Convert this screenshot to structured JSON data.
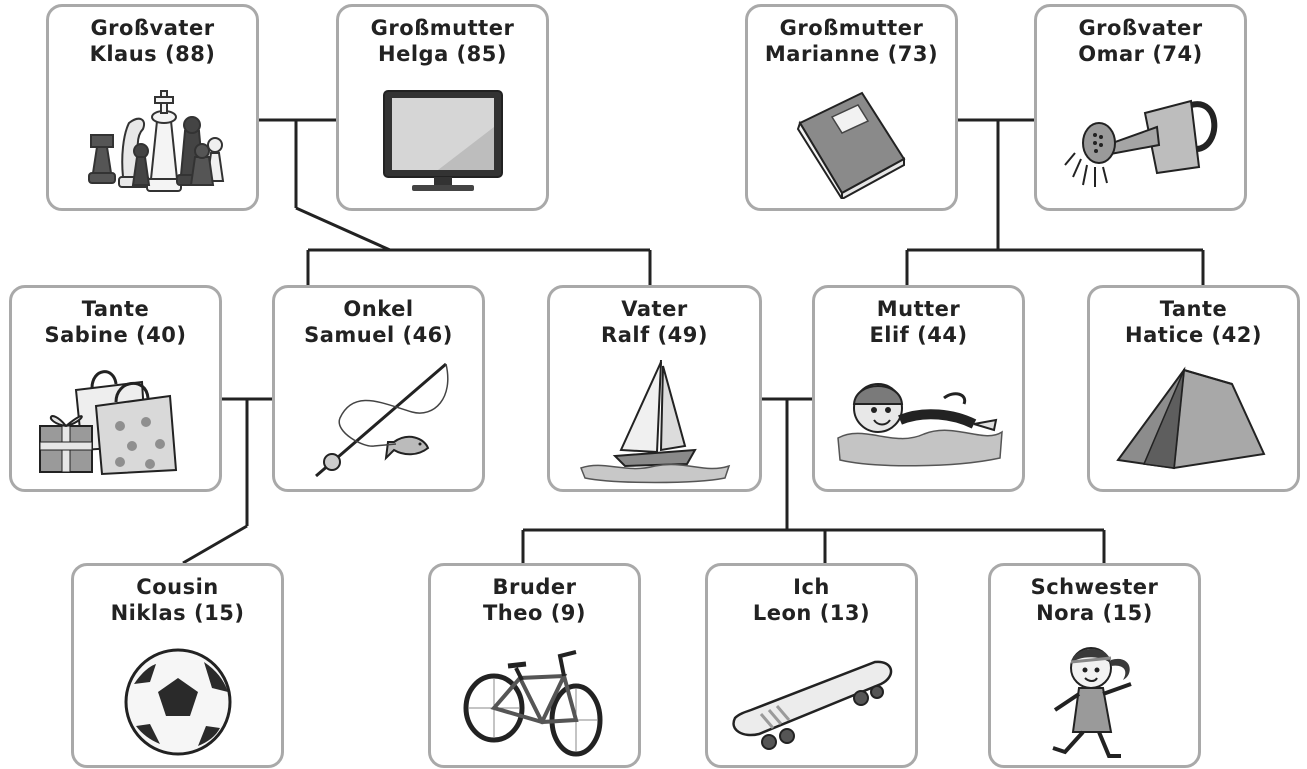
{
  "family": {
    "grossvater_klaus": {
      "role": "Großvater",
      "name": "Klaus (88)",
      "icon": "chess-pieces-icon"
    },
    "grossmutter_helga": {
      "role": "Großmutter",
      "name": "Helga (85)",
      "icon": "television-icon"
    },
    "grossmutter_marianne": {
      "role": "Großmutter",
      "name": "Marianne (73)",
      "icon": "book-icon"
    },
    "grossvater_omar": {
      "role": "Großvater",
      "name": "Omar (74)",
      "icon": "watering-can-icon"
    },
    "tante_sabine": {
      "role": "Tante",
      "name": "Sabine (40)",
      "icon": "gift-bags-icon"
    },
    "onkel_samuel": {
      "role": "Onkel",
      "name": "Samuel (46)",
      "icon": "fishing-rod-icon"
    },
    "vater_ralf": {
      "role": "Vater",
      "name": "Ralf (49)",
      "icon": "sailboat-icon"
    },
    "mutter_elif": {
      "role": "Mutter",
      "name": "Elif (44)",
      "icon": "swimmer-icon"
    },
    "tante_hatice": {
      "role": "Tante",
      "name": "Hatice (42)",
      "icon": "tent-icon"
    },
    "cousin_niklas": {
      "role": "Cousin",
      "name": "Niklas (15)",
      "icon": "soccer-ball-icon"
    },
    "bruder_theo": {
      "role": "Bruder",
      "name": "Theo (9)",
      "icon": "bicycle-icon"
    },
    "ich_leon": {
      "role": "Ich",
      "name": "Leon (13)",
      "icon": "skateboard-icon"
    },
    "schwester_nora": {
      "role": "Schwester",
      "name": "Nora (15)",
      "icon": "girl-running-icon"
    }
  }
}
